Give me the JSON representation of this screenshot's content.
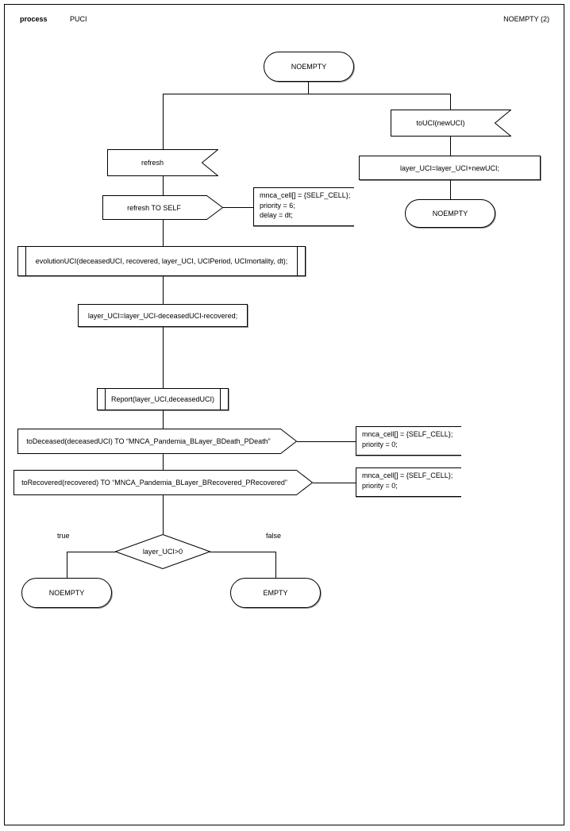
{
  "header": {
    "kind_label": "process",
    "process_name": "PUCI",
    "page_label": "NOEMPTY (2)"
  },
  "diagram": {
    "title": "PUCI process NOEMPTY page 2",
    "start_state": {
      "label": "NOEMPTY"
    },
    "left_branch": {
      "input": {
        "label": "refresh"
      },
      "output": {
        "label": "refresh TO SELF"
      },
      "output_comment": "mnca_cell[] = {SELF_CELL};\npriority = 6;\ndelay = dt;",
      "procedure_call_1": {
        "label": "evolutionUCI(deceasedUCI, recovered, layer_UCI, UCIPeriod, UCImortality, dt);"
      },
      "task_1": {
        "label": "layer_UCI=layer_UCI-deceasedUCI-recovered;"
      },
      "procedure_call_2": {
        "label": "Report(layer_UCI,deceasedUCI)"
      },
      "output_deceased": {
        "label": "toDeceased(deceasedUCI) TO “MNCA_Pandemia_BLayer_BDeath_PDeath”"
      },
      "output_deceased_comment": "mnca_cell[] = {SELF_CELL};\npriority = 0;",
      "output_recovered": {
        "label": "toRecovered(recovered) TO “MNCA_Pandemia_BLayer_BRecovered_PRecovered”"
      },
      "output_recovered_comment": "mnca_cell[] = {SELF_CELL};\npriority = 0;",
      "decision": {
        "label": "layer_UCI>0",
        "true_label": "true",
        "false_label": "false"
      },
      "state_true": {
        "label": "NOEMPTY"
      },
      "state_false": {
        "label": "EMPTY"
      }
    },
    "right_branch": {
      "input": {
        "label": "toUCI(newUCI)"
      },
      "task": {
        "label": "layer_UCI=layer_UCI+newUCI;"
      },
      "state_end": {
        "label": "NOEMPTY"
      }
    }
  },
  "colors": {
    "stroke": "#000000",
    "shadow": "#9a9a9a",
    "background": "#ffffff"
  }
}
